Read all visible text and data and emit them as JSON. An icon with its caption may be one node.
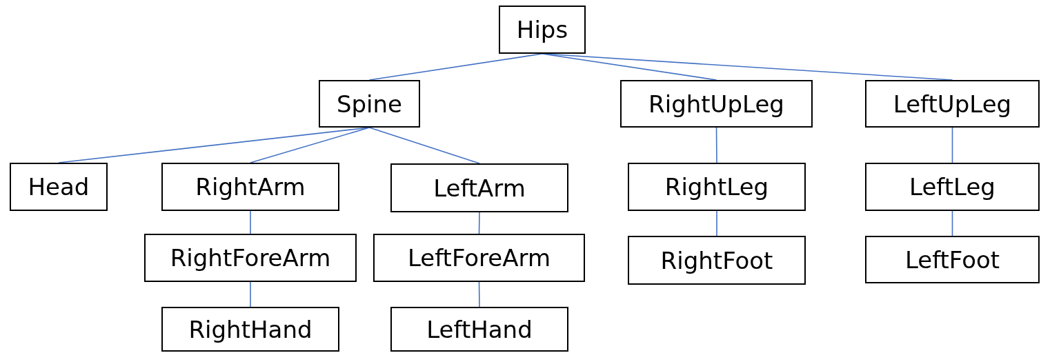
{
  "diagram": {
    "nodes": [
      {
        "text": [
          "Hips"
        ]
      },
      {
        "text": [
          "Spine"
        ]
      },
      {
        "text": [
          "RightUpLeg"
        ]
      },
      {
        "text": [
          "LeftUpLeg"
        ]
      },
      {
        "text": [
          "Head"
        ]
      },
      {
        "text": [
          "RightArm"
        ]
      },
      {
        "text": [
          "LeftArm"
        ]
      },
      {
        "text": [
          "RightLeg"
        ]
      },
      {
        "text": [
          "LeftLeg"
        ]
      },
      {
        "text": [
          "RightForeArm"
        ]
      },
      {
        "text": [
          "LeftForeArm"
        ]
      },
      {
        "text": [
          "RightFoot"
        ]
      },
      {
        "text": [
          "LeftFoot"
        ]
      },
      {
        "text": [
          "RightHand"
        ]
      },
      {
        "text": [
          "LeftHand"
        ]
      }
    ],
    "edges": [
      {
        "from": 0,
        "to": 1,
        "arrow": "none"
      },
      {
        "from": 0,
        "to": 2,
        "arrow": "none"
      },
      {
        "from": 0,
        "to": 3,
        "arrow": "none"
      },
      {
        "from": 1,
        "to": 4,
        "arrow": "none"
      },
      {
        "from": 1,
        "to": 5,
        "arrow": "none"
      },
      {
        "from": 1,
        "to": 6,
        "arrow": "none"
      },
      {
        "from": 2,
        "to": 7,
        "arrow": "none"
      },
      {
        "from": 3,
        "to": 8,
        "arrow": "none"
      },
      {
        "from": 5,
        "to": 9,
        "arrow": "none"
      },
      {
        "from": 6,
        "to": 10,
        "arrow": "none"
      },
      {
        "from": 7,
        "to": 11,
        "arrow": "none"
      },
      {
        "from": 8,
        "to": 12,
        "arrow": "none"
      },
      {
        "from": 9,
        "to": 13,
        "arrow": "none"
      },
      {
        "from": 10,
        "to": 14,
        "arrow": "none"
      }
    ]
  }
}
